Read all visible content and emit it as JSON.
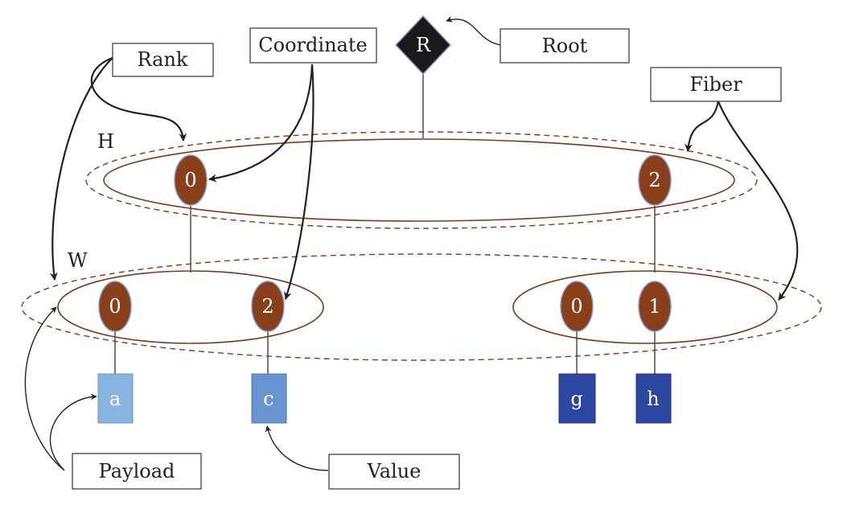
{
  "root": {
    "label": "R",
    "fill": "#1a1a1a"
  },
  "callouts": {
    "rank": "Rank",
    "coordinate": "Coordinate",
    "root": "Root",
    "fiber": "Fiber",
    "payload": "Payload",
    "value": "Value"
  },
  "ranks": [
    {
      "name": "H",
      "coords": [
        "0",
        "2"
      ]
    },
    {
      "name": "W",
      "fibers": [
        {
          "coords": [
            "0",
            "2"
          ]
        },
        {
          "coords": [
            "0",
            "1"
          ]
        }
      ]
    }
  ],
  "leaves": [
    {
      "label": "a",
      "fill": "#8ab4e0"
    },
    {
      "label": "c",
      "fill": "#6a94cf"
    },
    {
      "label": "g",
      "fill": "#2c47a0"
    },
    {
      "label": "h",
      "fill": "#2c47a0"
    }
  ],
  "colors": {
    "node": "#8a3f1b",
    "ring": "#7a3a1c"
  }
}
